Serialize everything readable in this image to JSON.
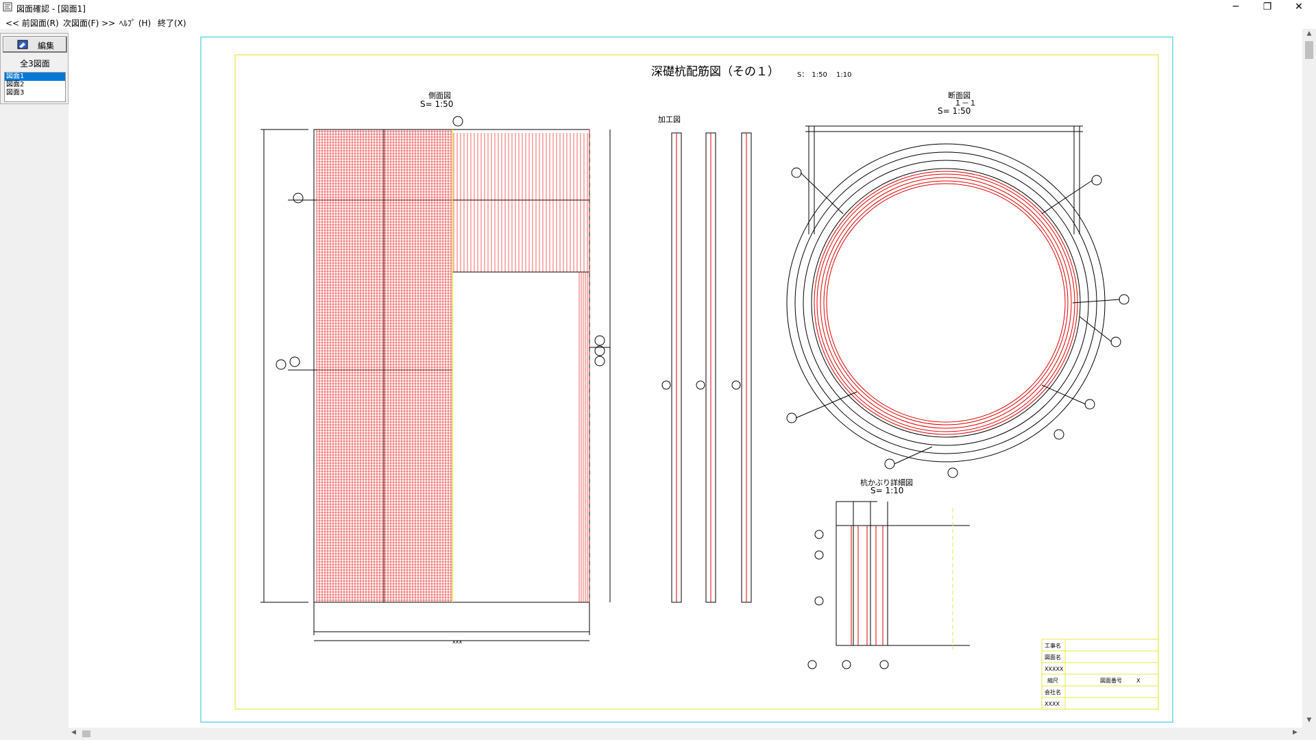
{
  "window": {
    "title": "図面確認 - [図面1]",
    "minimize": "─",
    "restore": "❐",
    "close": "✕"
  },
  "menu": {
    "prev": "<< 前図面(R)",
    "next": "次図面(F) >>",
    "help": "ﾍﾙﾌﾟ (H)",
    "exit": "終了(X)"
  },
  "panel": {
    "edit_label": "編集",
    "count_label": "全3図面",
    "items": [
      "図面1",
      "図面2",
      "図面3"
    ],
    "selected": "図面1"
  },
  "drawing": {
    "title": "深礎杭配筋図（その１）",
    "scale_note": "S：　1:50　 1:10",
    "side_view": {
      "title": "側面図",
      "scale": "S= 1:50"
    },
    "process_view": {
      "title": "加工図"
    },
    "section_view": {
      "title": "断面図",
      "subtitle": "１－１",
      "scale": "S= 1:50"
    },
    "detail_view": {
      "title": "杭かぶり詳細図",
      "scale": "S= 1:10"
    },
    "dim_mark": "xxx",
    "titleblock": {
      "rows": [
        {
          "label": "工事名",
          "value": ""
        },
        {
          "label": "図面名",
          "value": ""
        },
        {
          "label": "XXXXX",
          "value": ""
        },
        {
          "label": "縮尺",
          "value": "図面番号",
          "extra": "X"
        },
        {
          "label": "会社名",
          "value": ""
        },
        {
          "label": "XXXX",
          "value": ""
        }
      ]
    }
  },
  "colors": {
    "rebar": "#e00000",
    "border_outer": "#40d0e0",
    "border_inner": "#e8e840",
    "line": "#000000"
  },
  "icons": [
    "app-icon",
    "edit-icon",
    "scroll-up-icon",
    "scroll-down-icon",
    "scroll-left-icon",
    "scroll-right-icon"
  ]
}
